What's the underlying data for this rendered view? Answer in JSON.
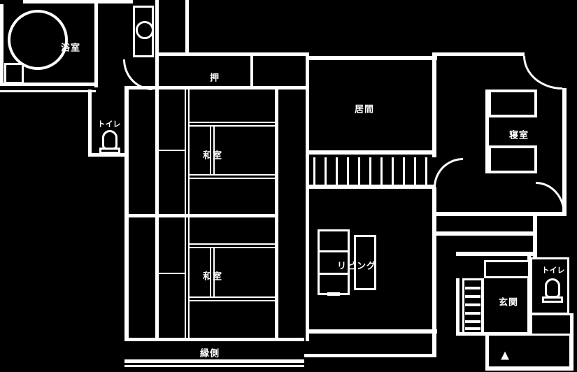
{
  "colors": {
    "background": "#000000",
    "line": "#ffffff"
  },
  "rooms": {
    "bath": {
      "label": "浴室"
    },
    "toilet1": {
      "label": "トイレ"
    },
    "closet": {
      "label": "押"
    },
    "ima": {
      "label": "居間"
    },
    "bedroom": {
      "label": "寝室"
    },
    "washitsu1": {
      "label": "和室"
    },
    "washitsu2": {
      "label": "和室"
    },
    "living": {
      "label": "リビング"
    },
    "genkan": {
      "label": "玄関"
    },
    "toilet2": {
      "label": "トイレ"
    },
    "engawa": {
      "label": "縁側"
    }
  },
  "marker": {
    "north_glyph": "▲"
  }
}
